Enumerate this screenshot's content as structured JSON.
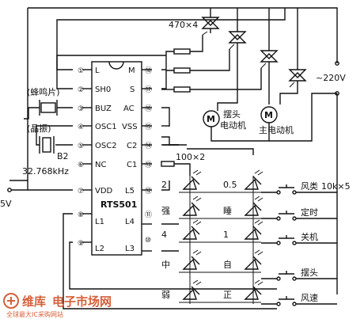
{
  "ic": {
    "name": "RTS501",
    "left_pins": [
      {
        "num": "①",
        "label": "L"
      },
      {
        "num": "②",
        "label": "SH0"
      },
      {
        "num": "③",
        "label": "BUZ"
      },
      {
        "num": "④",
        "label": "OSC1"
      },
      {
        "num": "⑤",
        "label": "OSC2"
      },
      {
        "num": "⑥",
        "label": "NC"
      },
      {
        "num": "⑦",
        "label": "VDD"
      },
      {
        "num": "⑧",
        "label": "L1"
      },
      {
        "num": "⑨",
        "label": "L2"
      }
    ],
    "right_pins": [
      {
        "num": "⑱",
        "label": "M"
      },
      {
        "num": "⑰",
        "label": "S"
      },
      {
        "num": "⑯",
        "label": "AC"
      },
      {
        "num": "⑮",
        "label": "VSS"
      },
      {
        "num": "⑭",
        "label": "C2"
      },
      {
        "num": "⑬",
        "label": "C1"
      },
      {
        "num": "⑫",
        "label": "L5"
      },
      {
        "num": "⑪",
        "label": "L4"
      },
      {
        "num": "⑩",
        "label": "L3"
      }
    ]
  },
  "components": {
    "resistor_top": "470×4",
    "buzzer": "(蜂鸣片)",
    "crystal": "(晶振)",
    "crystal_ref": "B2",
    "crystal_freq": "32.768kHz",
    "resistor_mid": "100×2",
    "resistor_keys": "10k×5",
    "supply_dc": "5V",
    "supply_ac": "~220V",
    "motor_symbol": "M",
    "motor_swing": [
      "摆头",
      "电动机"
    ],
    "motor_main": "主电动机"
  },
  "led_matrix": [
    [
      "2",
      "0.5"
    ],
    [
      "强",
      "睡"
    ],
    [
      "4",
      "1"
    ],
    [
      "中",
      "自"
    ],
    [
      "弱",
      "正"
    ]
  ],
  "keys": [
    "风类",
    "定时",
    "关机",
    "摆头",
    "风速"
  ],
  "watermark": {
    "logo": "维库",
    "brand": "电子市场网",
    "slogan": "全球最大IC采购网站"
  }
}
